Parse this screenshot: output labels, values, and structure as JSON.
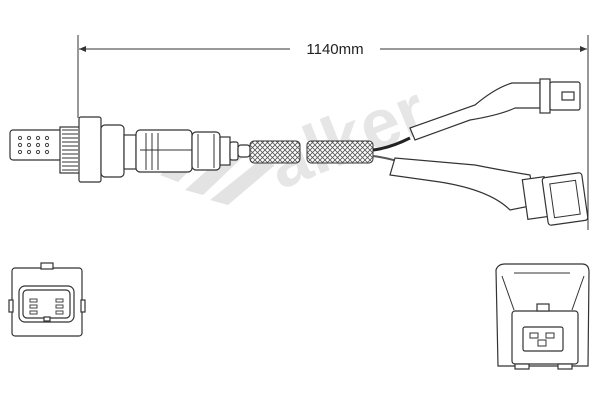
{
  "dimension": {
    "length_label": "1140mm"
  },
  "watermark": {
    "brand": "Walker",
    "color": "#d9d9d9"
  },
  "colors": {
    "line": "#333333",
    "background": "#ffffff"
  },
  "parts": [
    "oxygen-sensor",
    "braided-cable",
    "upper-connector",
    "lower-connector",
    "connector-face-left",
    "connector-face-right"
  ]
}
